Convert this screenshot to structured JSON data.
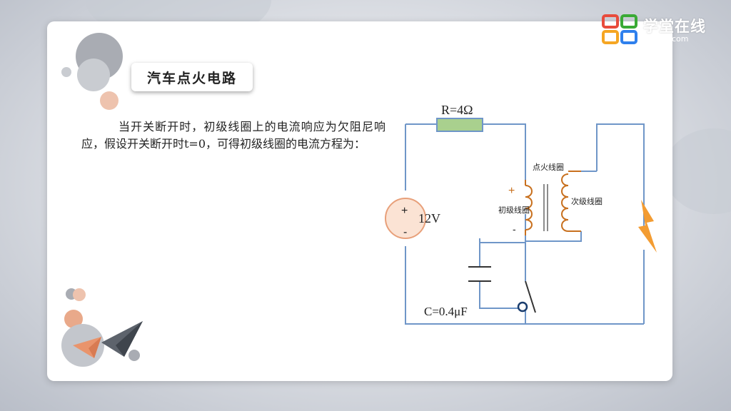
{
  "logo": {
    "name": "学堂在线",
    "domain": "ngx.com",
    "colors": [
      "#e84b3c",
      "#3aaa35",
      "#f5a623",
      "#2f80ed"
    ]
  },
  "slide": {
    "title": "汽车点火电路",
    "paragraph": "当开关断开时，初级线圈上的电流响应为欠阻尼响应，假设开关断开时t=0，可得初级线圈的电流方程为："
  },
  "circuit": {
    "resistor_label": "R=4Ω",
    "source_label": "12V",
    "source_plus": "+",
    "source_minus": "-",
    "capacitor_label": "C=0.4μF",
    "ignition_coil_label": "点火线圈",
    "primary_coil_label": "初级线圈",
    "secondary_coil_label": "次级线圈",
    "primary_plus": "+",
    "primary_minus": "-",
    "colors": {
      "wire": "#6f96c8",
      "resistor_fill": "#a9d08e",
      "coil": "#c8701e",
      "source_fill": "#fbe3d4",
      "source_stroke": "#e8a07a",
      "spark": "#f39c32"
    }
  }
}
